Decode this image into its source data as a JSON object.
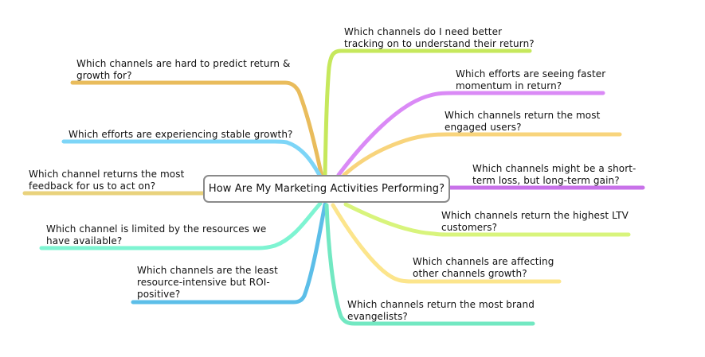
{
  "central": {
    "label": "How Are My Marketing Activities Performing?"
  },
  "colors": {
    "orange": "#E9BC5C",
    "sky_blue": "#7DD5F7",
    "sand_yellow": "#E9D27C",
    "mint": "#7EF4D2",
    "blue": "#5CBEE8",
    "lime": "#C6E85C",
    "violet": "#DA8AF6",
    "apricot": "#F8D47C",
    "purple": "#C872E9",
    "lime_yellow": "#D8F47C",
    "pale_yellow": "#FCE58C",
    "teal": "#72E8C2",
    "central_border": "#8A8A8A"
  },
  "left_branches": [
    {
      "label": "Which channels are hard to predict return &\ngrowth for?",
      "color": "#E9BC5C"
    },
    {
      "label": "Which efforts are experiencing stable growth?",
      "color": "#7DD5F7"
    },
    {
      "label": "Which channel returns the most\nfeedback for us to act on?",
      "color": "#E9D27C"
    },
    {
      "label": "Which channel is limited by the resources we\nhave available?",
      "color": "#7EF4D2"
    },
    {
      "label": "Which channels are the least\nresource-intensive but ROI-\npositive?",
      "color": "#5CBEE8"
    }
  ],
  "right_branches": [
    {
      "label": "Which channels do I need better\ntracking on to understand their return?",
      "color": "#C6E85C"
    },
    {
      "label": "Which efforts are seeing faster\nmomentum in return?",
      "color": "#DA8AF6"
    },
    {
      "label": "Which channels return the most\nengaged users?",
      "color": "#F8D47C"
    },
    {
      "label": "Which channels might be a short-\nterm loss, but long-term gain?",
      "color": "#C872E9"
    },
    {
      "label": "Which channels return the highest LTV\ncustomers?",
      "color": "#D8F47C"
    },
    {
      "label": "Which channels are affecting\nother channels growth?",
      "color": "#FCE58C"
    },
    {
      "label": "Which channels return the most brand\nevangelists?",
      "color": "#72E8C2"
    }
  ]
}
